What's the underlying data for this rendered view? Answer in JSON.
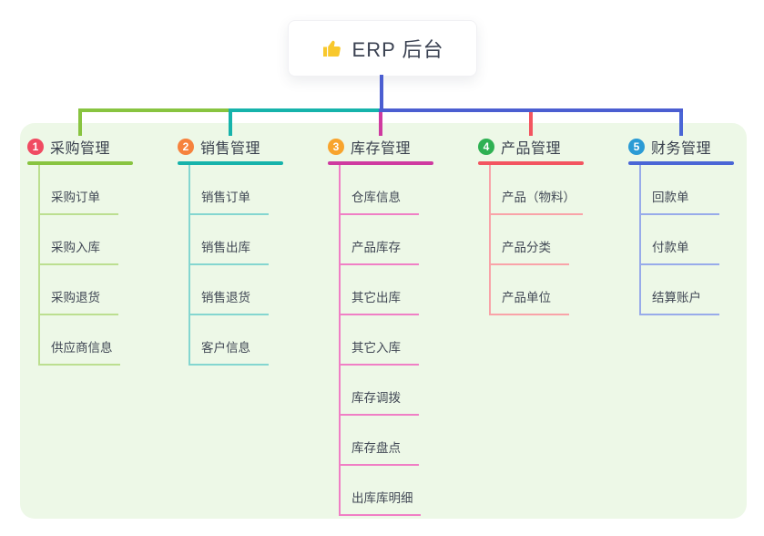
{
  "root": {
    "title": "ERP 后台",
    "icon": "thumbs-up-icon",
    "icon_color": "#f8c82d",
    "line_color": "#4b5ed1"
  },
  "panel": {
    "background": "#edf8e7"
  },
  "branches": [
    {
      "number": "1",
      "label": "采购管理",
      "badge_color": "#f04b62",
      "line_color": "#88c440",
      "light_line_color": "#bcdf90",
      "children": [
        "采购订单",
        "采购入库",
        "采购退货",
        "供应商信息"
      ]
    },
    {
      "number": "2",
      "label": "销售管理",
      "badge_color": "#f6823d",
      "line_color": "#16b3ab",
      "light_line_color": "#84d6d0",
      "children": [
        "销售订单",
        "销售出库",
        "销售退货",
        "客户信息"
      ]
    },
    {
      "number": "3",
      "label": "库存管理",
      "badge_color": "#f8a42d",
      "line_color": "#cf3aa0",
      "light_line_color": "#f07fc5",
      "children": [
        "仓库信息",
        "产品库存",
        "其它出库",
        "其它入库",
        "库存调拨",
        "库存盘点",
        "出库库明细"
      ]
    },
    {
      "number": "4",
      "label": "产品管理",
      "badge_color": "#2fb153",
      "line_color": "#f35560",
      "light_line_color": "#f9a3a8",
      "children": [
        "产品（物料）",
        "产品分类",
        "产品单位"
      ]
    },
    {
      "number": "5",
      "label": "财务管理",
      "badge_color": "#2b9bd5",
      "line_color": "#4a66d6",
      "light_line_color": "#98abea",
      "children": [
        "回款单",
        "付款单",
        "结算账户"
      ]
    }
  ]
}
